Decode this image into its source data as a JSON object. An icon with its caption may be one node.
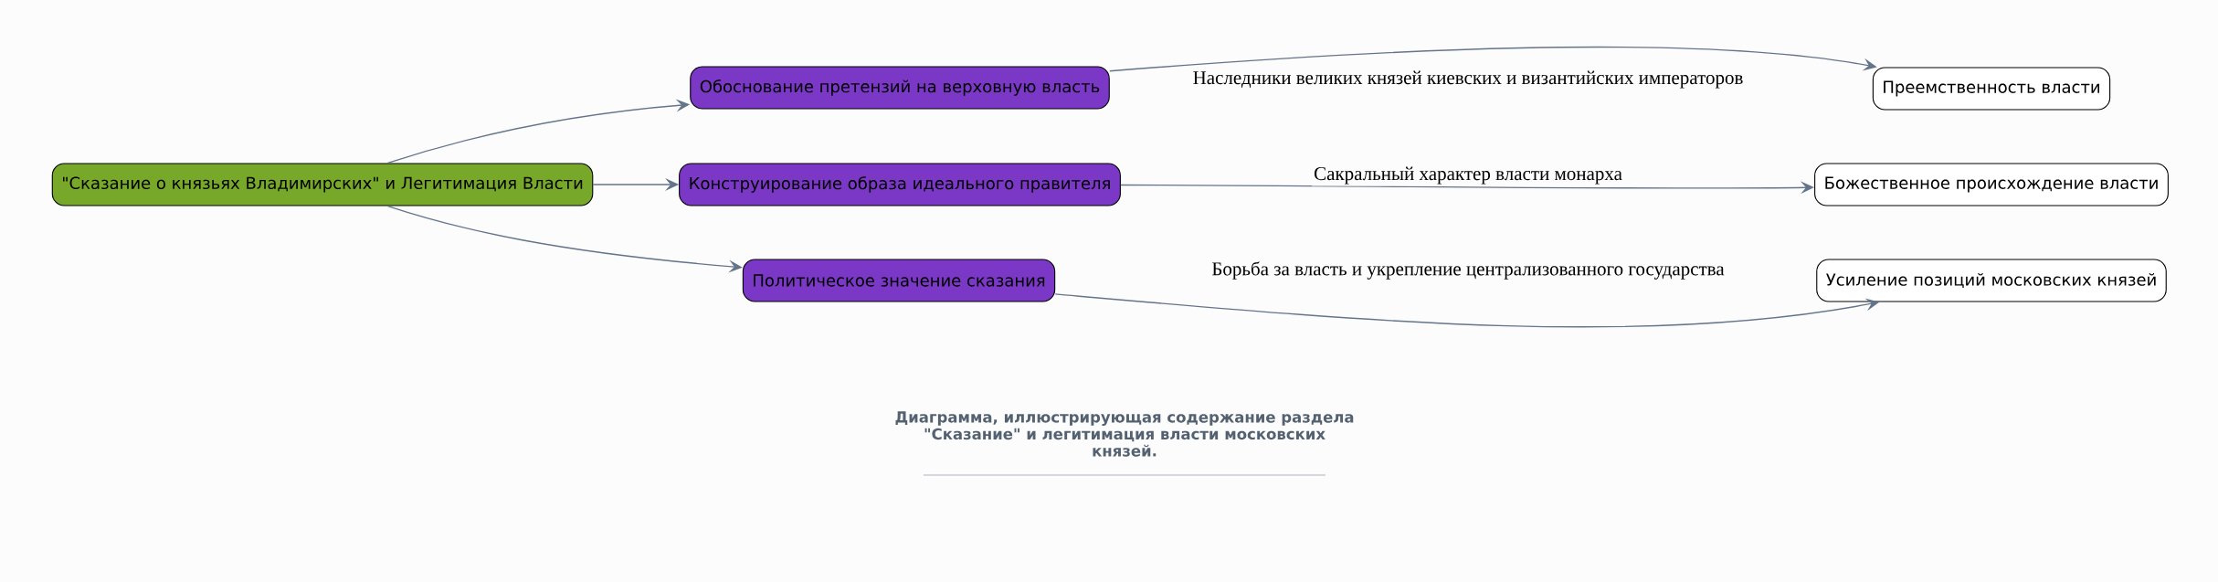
{
  "diagram": {
    "caption": "Диаграмма, иллюстрирующая содержание раздела \"Сказание\" и легитимация власти московских князей.",
    "nodes": [
      {
        "text": [
          "\"Сказание о князьях Владимирских\" и Легитимация Власти"
        ]
      },
      {
        "text": [
          "Обоснование претензий на верховную власть"
        ]
      },
      {
        "text": [
          "Конструирование образа идеального правителя"
        ]
      },
      {
        "text": [
          "Политическое значение сказания"
        ]
      },
      {
        "text": [
          "Преемственность власти"
        ]
      },
      {
        "text": [
          "Божественное происхождение власти"
        ]
      },
      {
        "text": [
          "Усиление позиций московских князей"
        ]
      }
    ],
    "edges": [
      {
        "from": 0,
        "to": 1,
        "arrow": "to"
      },
      {
        "from": 0,
        "to": 2,
        "arrow": "to"
      },
      {
        "from": 0,
        "to": 3,
        "arrow": "to"
      },
      {
        "from": 1,
        "to": 4,
        "arrow": "to",
        "label": "Наследники великих князей киевских и византийских императоров"
      },
      {
        "from": 2,
        "to": 5,
        "arrow": "to",
        "label": "Сакральный характер власти монарха"
      },
      {
        "from": 3,
        "to": 6,
        "arrow": "to",
        "label": "Борьба за власть и укрепление централизованного государства"
      }
    ]
  }
}
